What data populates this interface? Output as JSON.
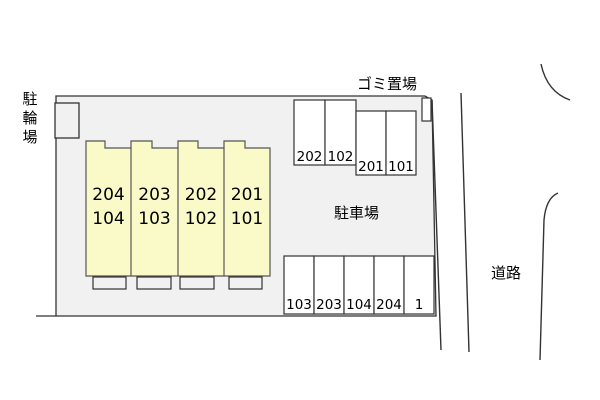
{
  "labels": {
    "bicycle_parking": [
      "駐",
      "輪",
      "場"
    ],
    "garbage": "ゴミ置場",
    "parking": "駐車場",
    "road": "道路"
  },
  "building": {
    "units": [
      {
        "upper": "204",
        "lower": "104"
      },
      {
        "upper": "203",
        "lower": "103"
      },
      {
        "upper": "202",
        "lower": "102"
      },
      {
        "upper": "201",
        "lower": "101"
      }
    ]
  },
  "parking_top": {
    "left_pair": [
      "202",
      "102"
    ],
    "right_pair": [
      "201",
      "101"
    ]
  },
  "parking_bottom": [
    "103",
    "203",
    "104",
    "204",
    "1"
  ],
  "colors": {
    "lot": "#f1f1f1",
    "building": "#fafac8",
    "line": "#333333"
  }
}
